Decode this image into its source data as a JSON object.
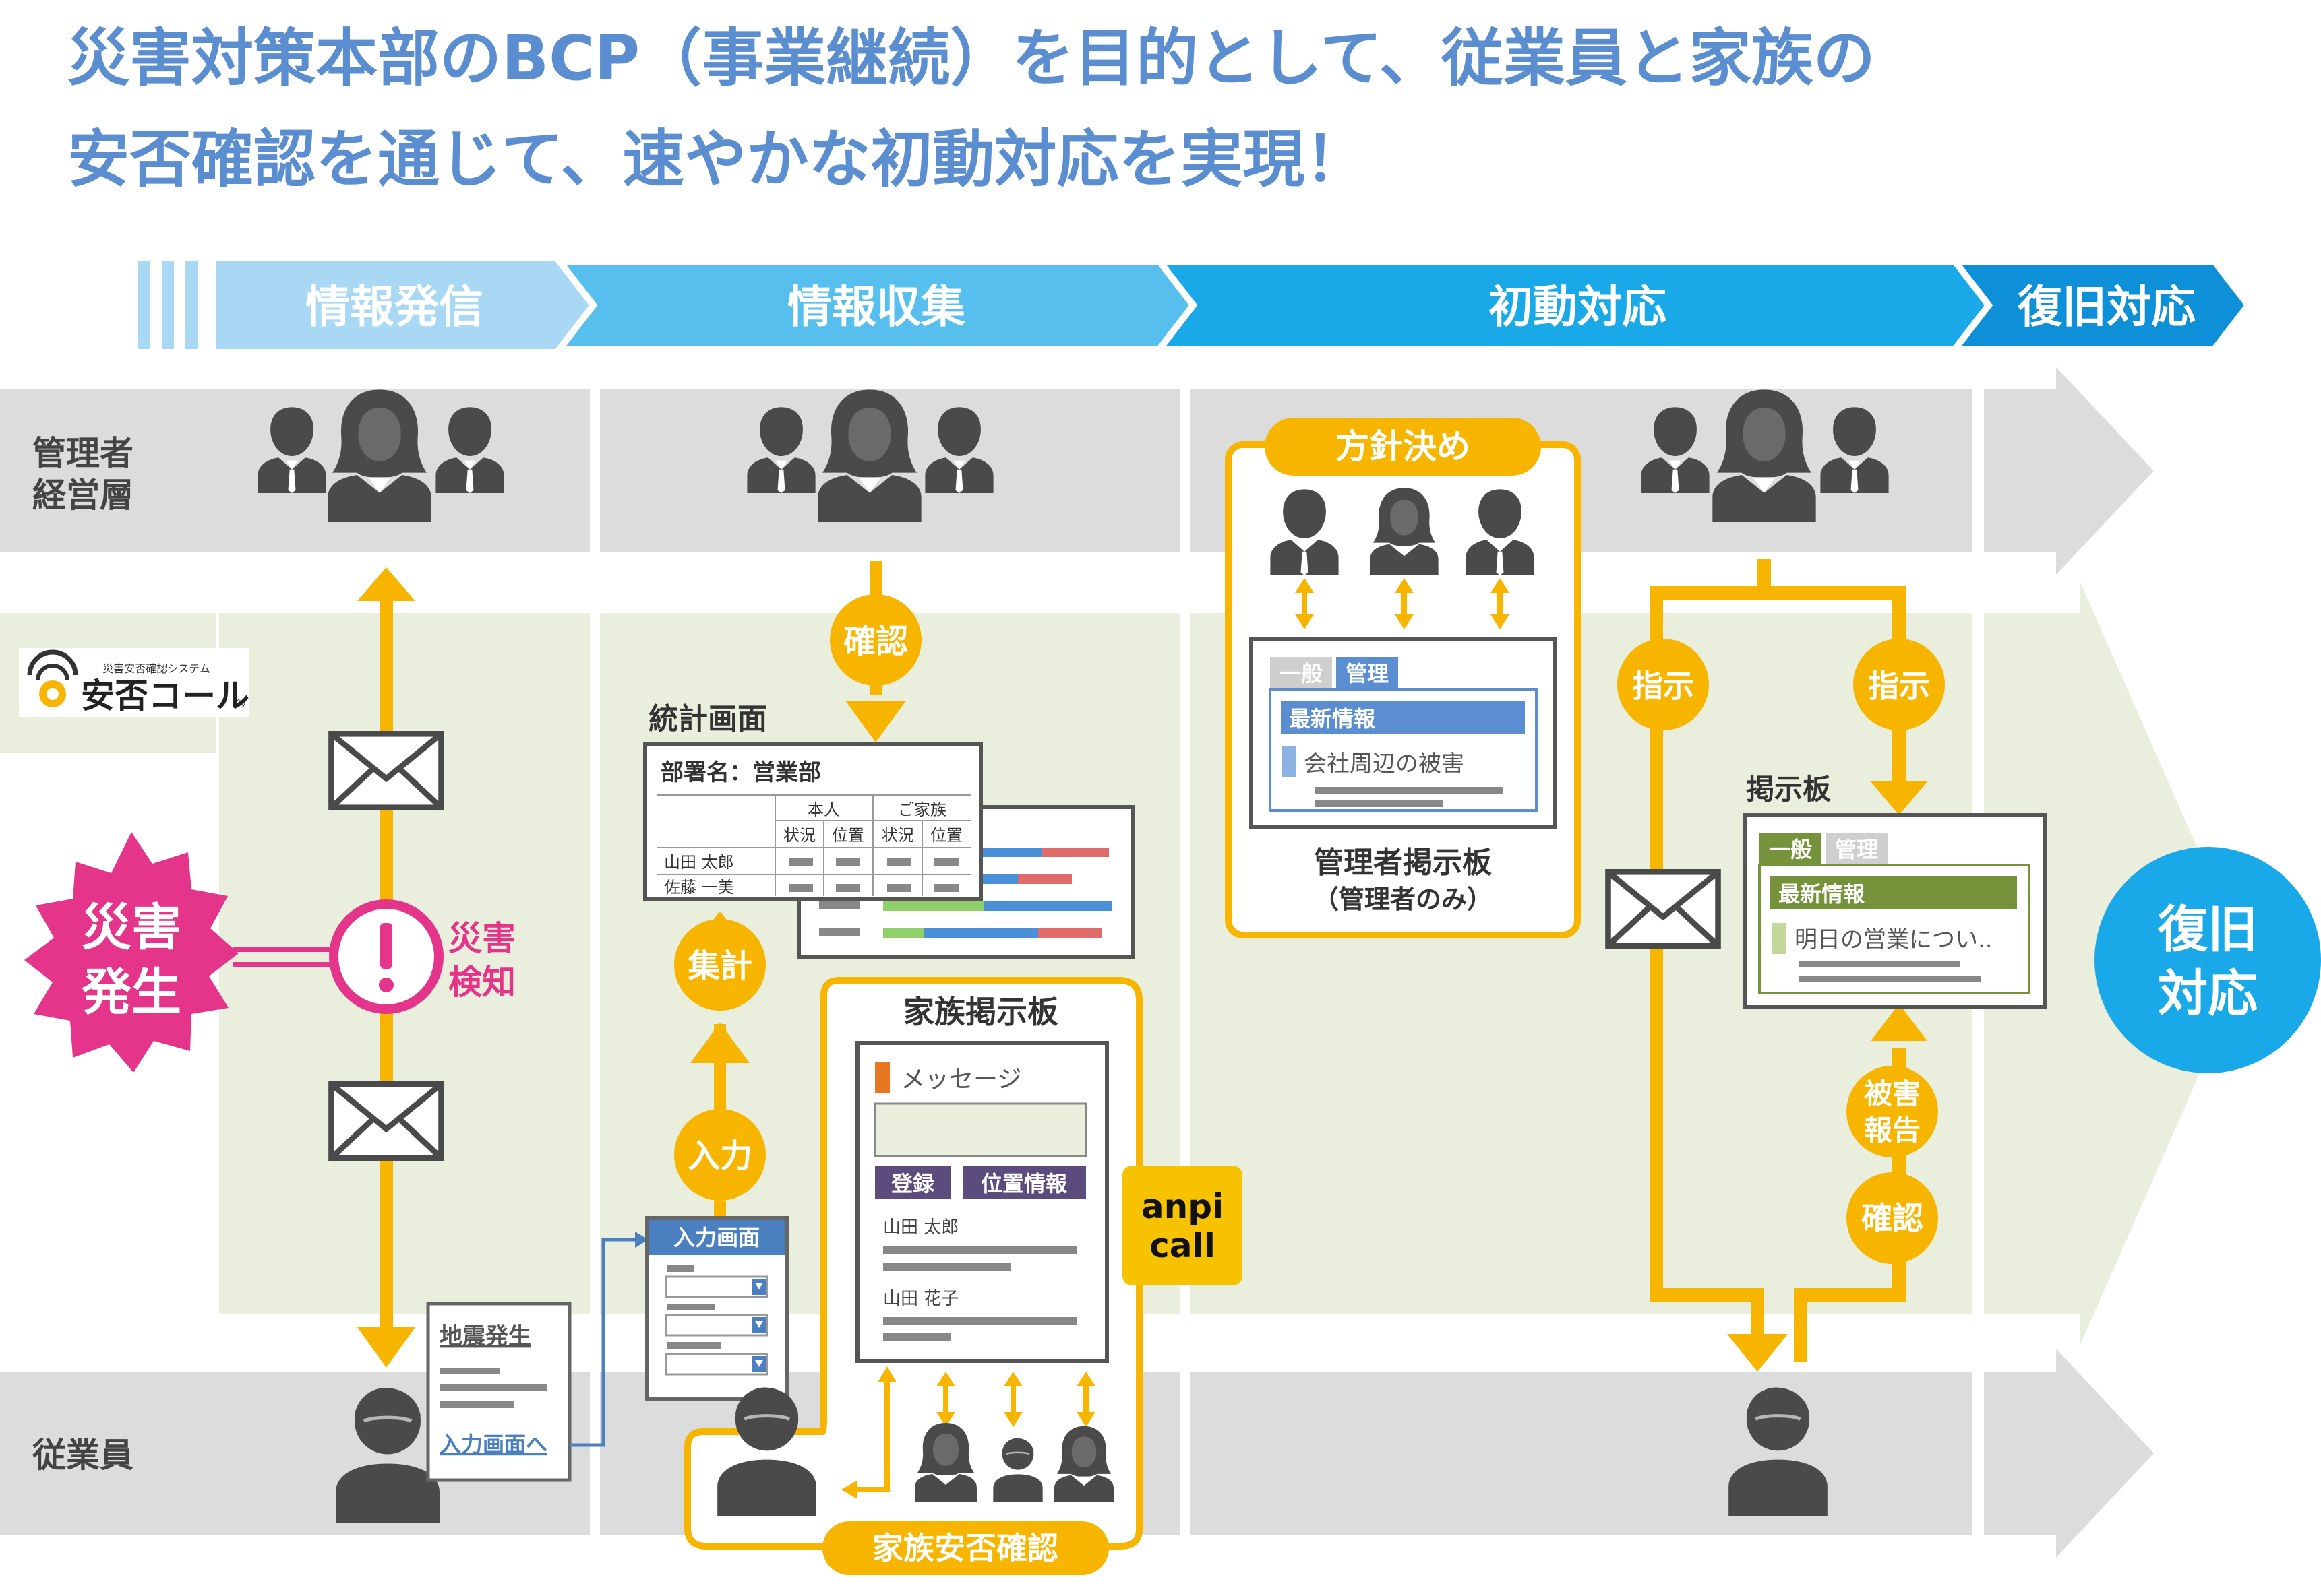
{
  "headline": {
    "line1": "災害対策本部のBCP（事業継続）を目的として、従業員と家族の",
    "line2": "安否確認を通じて、速やかな初動対応を実現！"
  },
  "phases": [
    "情報発信",
    "情報収集",
    "初動対応",
    "復旧対応"
  ],
  "lanes": {
    "management_line1": "管理者",
    "management_line2": "経営層",
    "employee": "従業員"
  },
  "logo": {
    "subtitle": "災害安否確認システム",
    "name": "安否コール",
    "mark": "®"
  },
  "disaster": {
    "line1": "災害",
    "line2": "発生"
  },
  "detection": {
    "line1": "災害",
    "line2": "検知"
  },
  "collection": {
    "confirm": "確認",
    "aggregate": "集計",
    "input": "入力",
    "stats_title": "統計画面",
    "dept_label": "部署名：営業部",
    "col_self": "本人",
    "col_family": "ご家族",
    "col_status": "状況",
    "col_location": "位置",
    "row1_name": "山田 太郎",
    "row2_name": "佐藤 一美",
    "input_screen": "入力画面"
  },
  "phone": {
    "title": "地震発生",
    "link": "入力画面へ"
  },
  "family": {
    "board_title": "家族掲示板",
    "message_label": "メッセージ",
    "register": "登録",
    "location_info": "位置情報",
    "entry1": "山田 太郎",
    "entry2": "山田 花子",
    "confirm_caption": "家族安否確認",
    "app_logo_line1": "anpi",
    "app_logo_line2": "call"
  },
  "policy": {
    "title": "方針決め",
    "tab_general": "一般",
    "tab_admin": "管理",
    "latest": "最新情報",
    "item": "会社周辺の被害",
    "caption": "管理者掲示板",
    "subcaption": "（管理者のみ）"
  },
  "response": {
    "instruct": "指示",
    "board_title": "掲示板",
    "tab_general": "一般",
    "tab_admin": "管理",
    "latest": "最新情報",
    "item": "明日の営業につい..",
    "damage_line1": "被害",
    "damage_line2": "報告",
    "confirm": "確認"
  },
  "recovery": {
    "line1": "復旧",
    "line2": "対応"
  },
  "colors": {
    "headline": "#5b8ed0",
    "phase1": "#a8d8f4",
    "phase2": "#57bfee",
    "phase3": "#1aa9e8",
    "phase4": "#0e90d8",
    "orange": "#f7b500",
    "disaster": "#e5358a",
    "lane_gray": "#dcdcdc",
    "lane_green": "#eaefdd",
    "people": "#4a4a4a",
    "admin_blue": "#5b8ed0",
    "board_green": "#76933c"
  }
}
